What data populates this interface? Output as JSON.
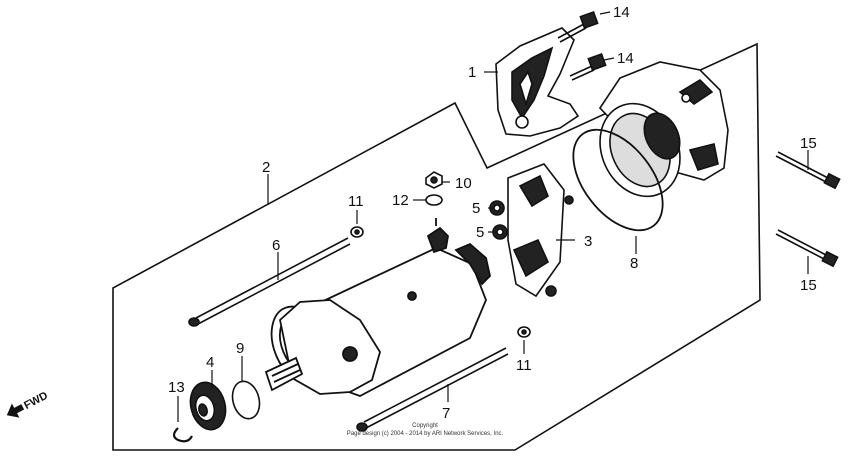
{
  "callouts": {
    "c1": "1",
    "c2": "2",
    "c3": "3",
    "c4": "4",
    "c5a": "5",
    "c5b": "5",
    "c6": "6",
    "c7": "7",
    "c8": "8",
    "c9": "9",
    "c10": "10",
    "c11a": "11",
    "c11b": "11",
    "c12": "12",
    "c13": "13",
    "c14a": "14",
    "c14b": "14",
    "c15a": "15",
    "c15b": "15"
  },
  "direction": {
    "label": "FWD"
  },
  "copyright": {
    "line1": "Copyright",
    "line2": "Page design (c) 2004 - 2014 by ARI Network Services, Inc."
  },
  "colors": {
    "ink": "#111111",
    "background": "#ffffff"
  }
}
